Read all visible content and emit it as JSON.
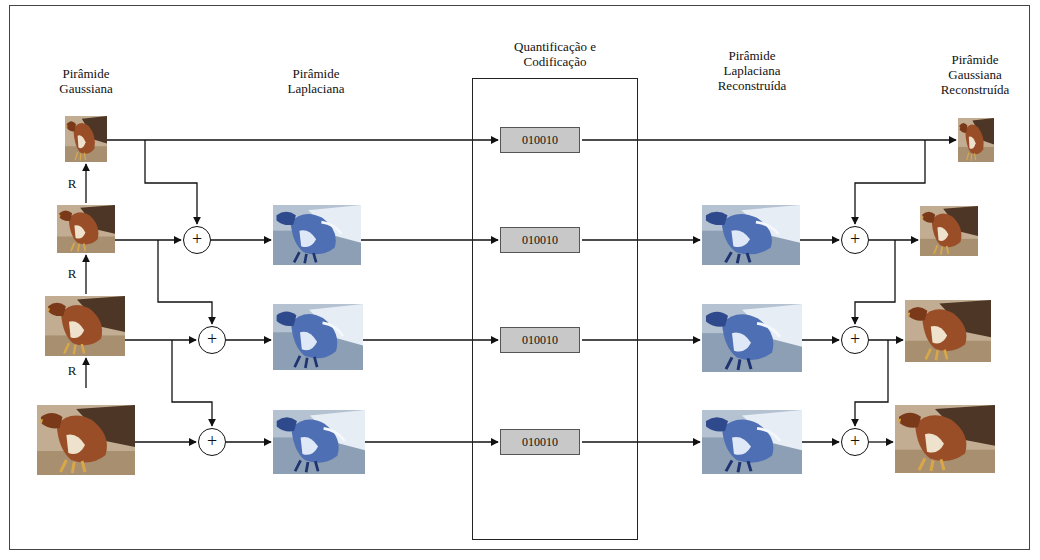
{
  "diagram": {
    "nodes": [
      {
        "text": [
          "Quantificação e Codificação"
        ]
      },
      {
        "text": [
          "010010"
        ],
        "in": 0
      },
      {
        "text": [
          "010010"
        ],
        "in": 0
      },
      {
        "text": [
          "010010"
        ],
        "in": 0
      },
      {
        "text": [
          "010010"
        ],
        "in": 0
      },
      {
        "text": [
          "+"
        ]
      },
      {
        "text": [
          "+"
        ]
      },
      {
        "text": [
          "+"
        ]
      },
      {
        "text": [
          "+"
        ]
      },
      {
        "text": [
          "+"
        ]
      },
      {
        "text": [
          "+"
        ]
      }
    ],
    "labels": [
      "Pirâmide Gaussiana",
      "Pirâmide Laplaciana",
      "Pirâmide Laplaciana Reconstruída",
      "Pirâmide Gaussiana Reconstruída",
      "R",
      "R",
      "R"
    ]
  }
}
